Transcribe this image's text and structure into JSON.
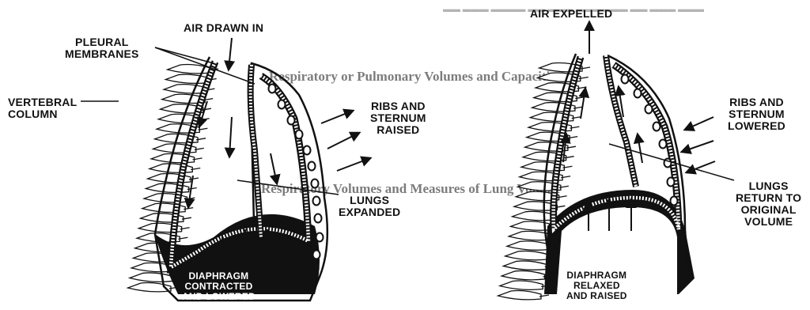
{
  "left_panel": {
    "air_label": "AIR DRAWN IN",
    "pleural_label": [
      "PLEURAL",
      "MEMBRANES"
    ],
    "vertebral_label": [
      "VERTEBRAL",
      "COLUMN"
    ],
    "ribs_label": [
      "RIBS AND",
      "STERNUM",
      "RAISED"
    ],
    "lungs_label": [
      "LUNGS",
      "EXPANDED"
    ],
    "diaphragm_label": [
      "DIAPHRAGM",
      "CONTRACTED",
      "AND LOWERED"
    ]
  },
  "right_panel": {
    "air_label": "AIR EXPELLED",
    "ribs_label": [
      "RIBS AND",
      "STERNUM",
      "LOWERED"
    ],
    "lungs_label": [
      "LUNGS",
      "RETURN TO",
      "ORIGINAL",
      "VOLUME"
    ],
    "diaphragm_label": [
      "DIAPHRAGM",
      "RELAXED",
      "AND RAISED"
    ]
  },
  "background_text": {
    "heading_1": "Respiratory or Pulmonary Volumes and Capacities",
    "heading_2": "Respiratory Volumes and Measures of Lung Volume"
  }
}
